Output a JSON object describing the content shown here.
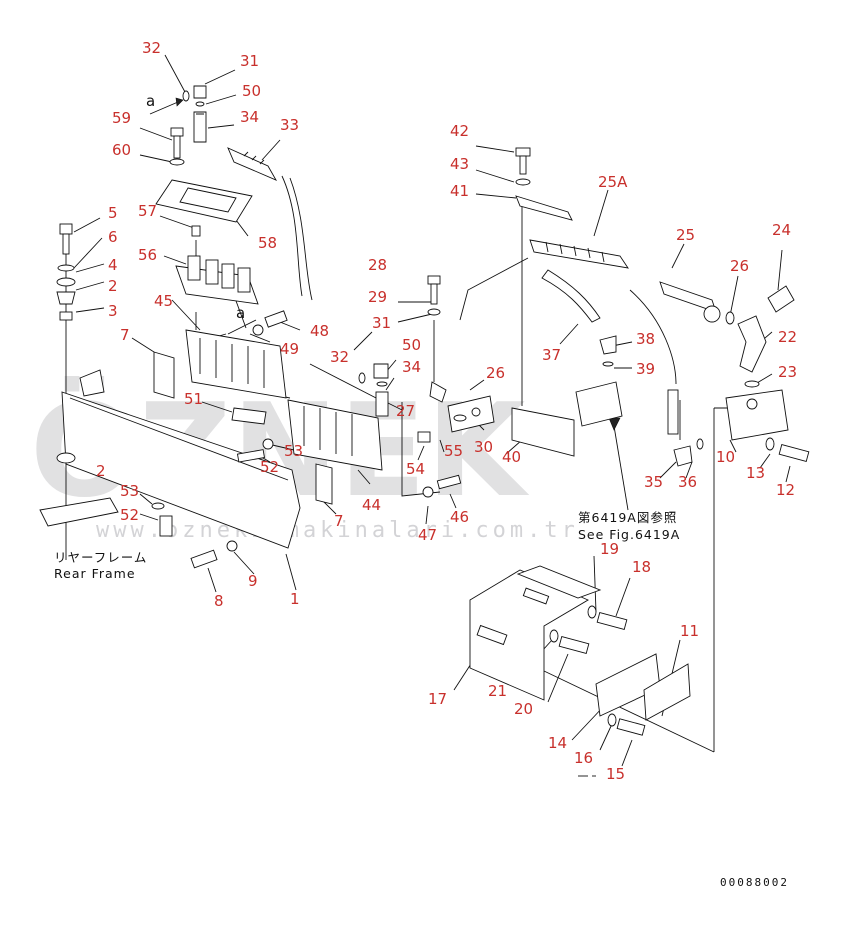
{
  "diagram": {
    "labels": [
      {
        "id": "l32a",
        "text": "32"
      },
      {
        "id": "l31a",
        "text": "31"
      },
      {
        "id": "la1",
        "text": "a"
      },
      {
        "id": "l50a",
        "text": "50"
      },
      {
        "id": "l34a",
        "text": "34"
      },
      {
        "id": "l59",
        "text": "59"
      },
      {
        "id": "l33",
        "text": "33"
      },
      {
        "id": "l60",
        "text": "60"
      },
      {
        "id": "l42",
        "text": "42"
      },
      {
        "id": "l43",
        "text": "43"
      },
      {
        "id": "l41",
        "text": "41"
      },
      {
        "id": "l25A",
        "text": "25A"
      },
      {
        "id": "l5",
        "text": "5"
      },
      {
        "id": "l57",
        "text": "57"
      },
      {
        "id": "l6",
        "text": "6"
      },
      {
        "id": "l58",
        "text": "58"
      },
      {
        "id": "l25",
        "text": "25"
      },
      {
        "id": "l24",
        "text": "24"
      },
      {
        "id": "l4",
        "text": "4"
      },
      {
        "id": "l56",
        "text": "56"
      },
      {
        "id": "l28",
        "text": "28"
      },
      {
        "id": "l26a",
        "text": "26"
      },
      {
        "id": "l2a",
        "text": "2"
      },
      {
        "id": "l29",
        "text": "29"
      },
      {
        "id": "l3",
        "text": "3"
      },
      {
        "id": "l45",
        "text": "45"
      },
      {
        "id": "la2",
        "text": "a"
      },
      {
        "id": "l31b",
        "text": "31"
      },
      {
        "id": "l48",
        "text": "48"
      },
      {
        "id": "l22",
        "text": "22"
      },
      {
        "id": "l7a",
        "text": "7"
      },
      {
        "id": "l49",
        "text": "49"
      },
      {
        "id": "l38",
        "text": "38"
      },
      {
        "id": "l37",
        "text": "37"
      },
      {
        "id": "l50b",
        "text": "50"
      },
      {
        "id": "l32b",
        "text": "32"
      },
      {
        "id": "l39",
        "text": "39"
      },
      {
        "id": "l34b",
        "text": "34"
      },
      {
        "id": "l26b",
        "text": "26"
      },
      {
        "id": "l23",
        "text": "23"
      },
      {
        "id": "l51",
        "text": "51"
      },
      {
        "id": "l27",
        "text": "27"
      },
      {
        "id": "l55",
        "text": "55"
      },
      {
        "id": "l30",
        "text": "30"
      },
      {
        "id": "l53a",
        "text": "53"
      },
      {
        "id": "l40",
        "text": "40"
      },
      {
        "id": "l10",
        "text": "10"
      },
      {
        "id": "l2b",
        "text": "2"
      },
      {
        "id": "l52a",
        "text": "52"
      },
      {
        "id": "l54",
        "text": "54"
      },
      {
        "id": "l13",
        "text": "13"
      },
      {
        "id": "l35",
        "text": "35"
      },
      {
        "id": "l36",
        "text": "36"
      },
      {
        "id": "l12",
        "text": "12"
      },
      {
        "id": "l53b",
        "text": "53"
      },
      {
        "id": "l44",
        "text": "44"
      },
      {
        "id": "l46",
        "text": "46"
      },
      {
        "id": "l7b",
        "text": "7"
      },
      {
        "id": "l52b",
        "text": "52"
      },
      {
        "id": "l47",
        "text": "47"
      },
      {
        "id": "l19",
        "text": "19"
      },
      {
        "id": "l18",
        "text": "18"
      },
      {
        "id": "l9",
        "text": "9"
      },
      {
        "id": "l8",
        "text": "8"
      },
      {
        "id": "l1",
        "text": "1"
      },
      {
        "id": "l11",
        "text": "11"
      },
      {
        "id": "l17",
        "text": "17"
      },
      {
        "id": "l21",
        "text": "21"
      },
      {
        "id": "l20",
        "text": "20"
      },
      {
        "id": "l14",
        "text": "14"
      },
      {
        "id": "l16",
        "text": "16"
      },
      {
        "id": "l15",
        "text": "15"
      }
    ],
    "notes": {
      "rear_frame_jp": "リヤーフレーム",
      "rear_frame_en": "Rear Frame",
      "ref_jp": "第6419A図参照",
      "ref_en": "See Fig.6419A",
      "drawing_code": "00088002"
    },
    "watermark": {
      "logo": "ÖZNEK",
      "url": "www.oznekismakinalari.com.tr"
    },
    "colors": {
      "label": "#c8302c",
      "line": "#111111",
      "watermark": "#c9c9cc"
    }
  }
}
